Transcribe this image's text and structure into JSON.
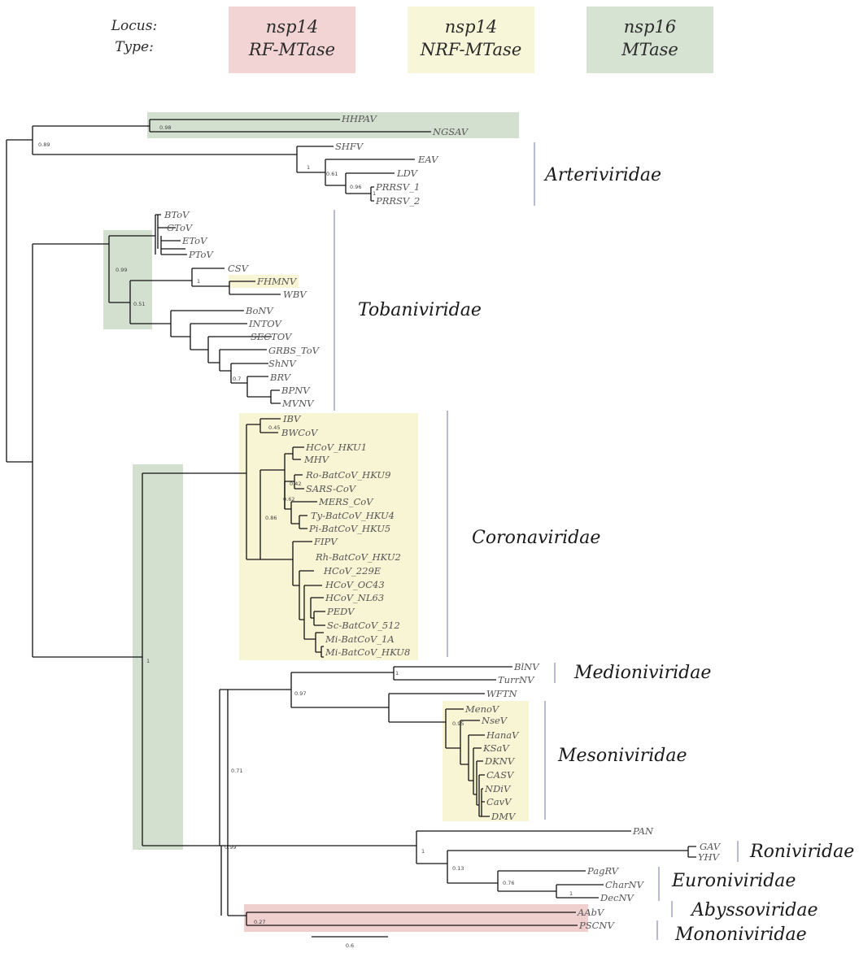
{
  "legend": {
    "locus_label": "Locus:",
    "type_label": "Type:",
    "items": [
      {
        "line1": "nsp14",
        "line2": "RF-MTase",
        "color": "#f2d4d4"
      },
      {
        "line1": "nsp14",
        "line2": "NRF-MTase",
        "color": "#f8f6d8"
      },
      {
        "line1": "nsp16",
        "line2": "MTase",
        "color": "#d6e2d2"
      }
    ]
  },
  "colors": {
    "rf": "#f0cfcf",
    "nrf": "#f8f5d4",
    "nsp16": "#d4e0cf",
    "bracket": "#8a8fb0"
  },
  "taxa": [
    "HHPAV",
    "NGSAV",
    "SHFV",
    "EAV",
    "LDV",
    "PRRSV_1",
    "PRRSV_2",
    "BToV",
    "GToV",
    "EToV",
    "PToV",
    "CSV",
    "FHMNV",
    "WBV",
    "BoNV",
    "INTOV",
    "SECTOV",
    "GRBS_ToV",
    "ShNV",
    "BRV",
    "BPNV",
    "MVNV",
    "IBV",
    "BWCoV",
    "HCoV_HKU1",
    "MHV",
    "Ro-BatCoV_HKU9",
    "SARS-CoV",
    "MERS_CoV",
    "Ty-BatCoV_HKU4",
    "Pi-BatCoV_HKU5",
    "FIPV",
    "Rh-BatCoV_HKU2",
    "HCoV_229E",
    "HCoV_OC43",
    "HCoV_NL63",
    "PEDV",
    "Sc-BatCoV_512",
    "Mi-BatCoV_1A",
    "Mi-BatCoV_HKU8",
    "BlNV",
    "TurrNV",
    "WFTN",
    "MenoV",
    "NseV",
    "HanaV",
    "KSaV",
    "DKNV",
    "CASV",
    "NDiV",
    "CavV",
    "DMV",
    "PAN",
    "GAV",
    "YHV",
    "PagRV",
    "CharNV",
    "DecNV",
    "AAbV",
    "PSCNV"
  ],
  "families": [
    "Arteriviridae",
    "Tobaniviridae",
    "Coronaviridae",
    "Medioniviridae",
    "Mesoniviridae",
    "Roniviridae",
    "Euroniviridae",
    "Abyssoviridae",
    "Mononiviridae"
  ],
  "supports": [
    "0.98",
    "0.89",
    "1",
    "0.61",
    "0.96",
    "1",
    "0.99",
    "0.51",
    "1",
    "0.45",
    "0.42",
    "0.62",
    "0.86",
    "1",
    "0.97",
    "1",
    "0.71",
    "0.99",
    "1",
    "0.13",
    "0.76",
    "1",
    "0.27",
    "0.7",
    "0.95"
  ],
  "scale_bar_label": "0.6"
}
